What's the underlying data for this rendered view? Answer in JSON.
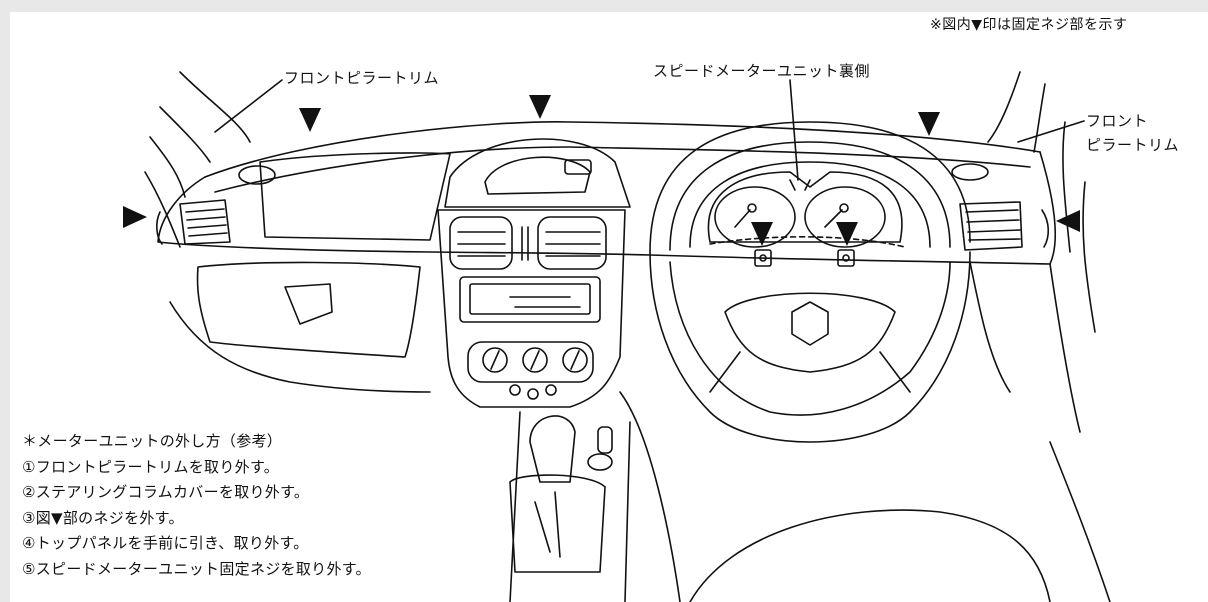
{
  "diagram": {
    "note": "※図内▼印は固定ネジ部を示す",
    "labels": {
      "front_pillar_trim_left": "フロントピラートリム",
      "speedometer_unit_back": "スピードメーターユニット裏側",
      "front_pillar_trim_right_line1": "フロント",
      "front_pillar_trim_right_line2": "ピラートリム"
    },
    "procedure": {
      "title": "＊メーターユニットの外し方（参考）",
      "steps": [
        "①フロントピラートリムを取り外す。",
        "②ステアリングコラムカバーを取り外す。",
        "③図▼部のネジを外す。",
        "④トップパネルを手前に引き、取り外す。",
        "⑤スピードメーターユニット固定ネジを取り外す。"
      ]
    }
  }
}
